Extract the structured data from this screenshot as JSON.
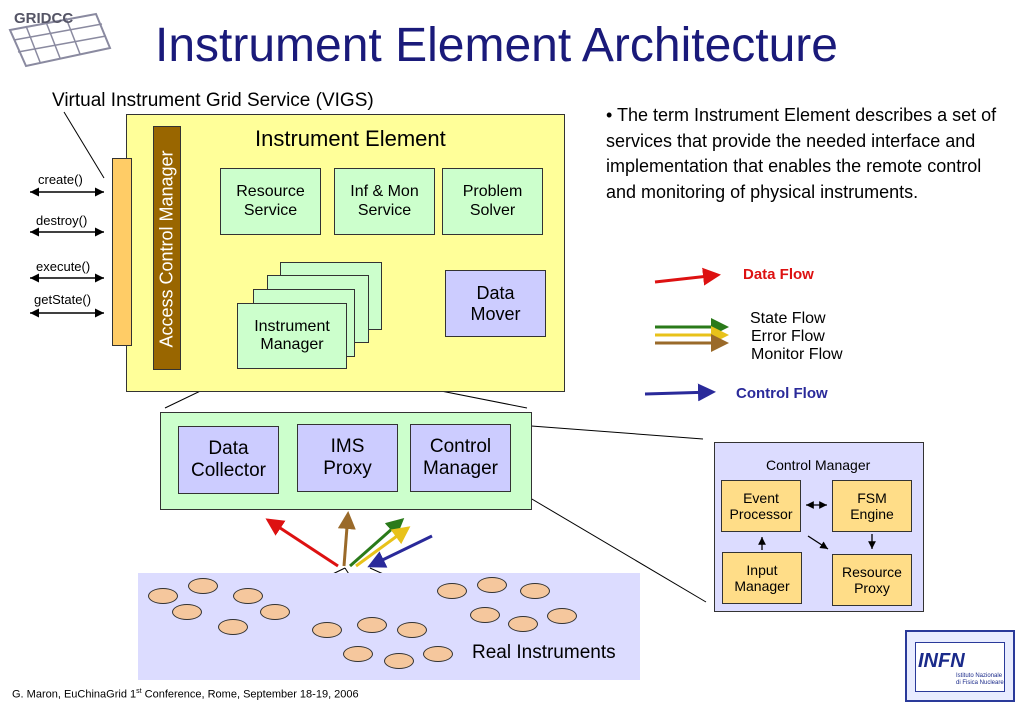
{
  "title": "Instrument Element Architecture",
  "logo_text": "GRIDCC",
  "vigs_label": "Virtual Instrument Grid Service (VIGS)",
  "instrument_element": {
    "title": "Instrument Element",
    "access_control": "Access Control Manager",
    "services": [
      "Resource\nService",
      "Inf & Mon\nService",
      "Problem\nSolver"
    ],
    "instrument_manager": "Instrument\nManager",
    "data_mover": "Data\nMover"
  },
  "operations": [
    "create()",
    "destroy()",
    "execute()",
    "getState()"
  ],
  "bottom_row": [
    "Data\nCollector",
    "IMS\nProxy",
    "Control\nManager"
  ],
  "real_instruments": "Real Instruments",
  "legend": {
    "data_flow": "Data Flow",
    "state_flow": "State Flow",
    "error_flow": "Error Flow",
    "monitor_flow": "Monitor Flow",
    "control_flow": "Control Flow",
    "colors": {
      "data": "#dd1111",
      "state": "#2a7a1a",
      "error": "#e8c21a",
      "monitor": "#9a6a2a",
      "control": "#2a2a9a"
    }
  },
  "description": "•  The term Instrument Element describes a set of services that provide the needed interface and implementation that enables the remote control and monitoring of physical instruments.",
  "control_manager_detail": {
    "title": "Control Manager",
    "boxes": [
      "Event\nProcessor",
      "FSM\nEngine",
      "Input\nManager",
      "Resource\nProxy"
    ]
  },
  "infn": {
    "logo": "INFN",
    "sub": "Istituto Nazionale\ndi Fisica Nucleare"
  },
  "footer": {
    "main": "G. Maron, EuChinaGrid 1",
    "sup": "st",
    "rest": " Conference, Rome, September 18-19, 2006"
  }
}
